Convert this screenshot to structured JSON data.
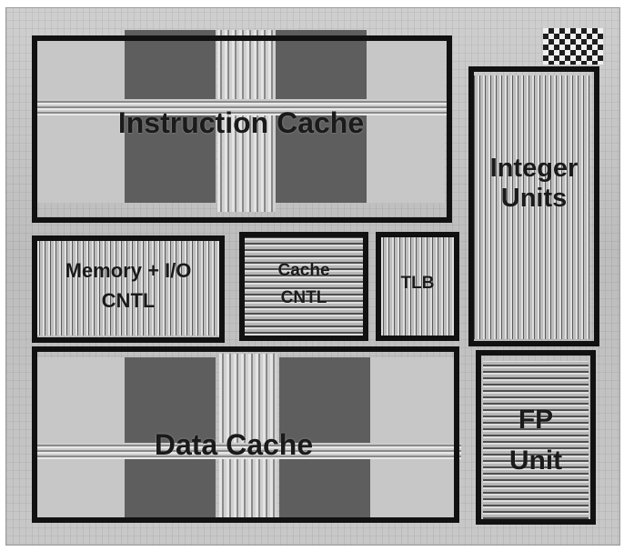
{
  "units": {
    "instruction_cache": {
      "label": "Instruction Cache"
    },
    "integer_units": {
      "line1": "Integer",
      "line2": "Units"
    },
    "memory_io_cntl": {
      "line1": "Memory + I/O",
      "line2": "CNTL"
    },
    "cache_cntl": {
      "line1": "Cache",
      "line2": "CNTL"
    },
    "tlb": {
      "label": "TLB"
    },
    "data_cache": {
      "label": "Data Cache"
    },
    "fp_unit": {
      "line1": "FP",
      "line2": "Unit"
    }
  },
  "colors": {
    "outline": "#111111",
    "label_text": "#1a1a1a",
    "sram_dark": "#5e5e5e",
    "sram_light": "#c7c7c7"
  }
}
